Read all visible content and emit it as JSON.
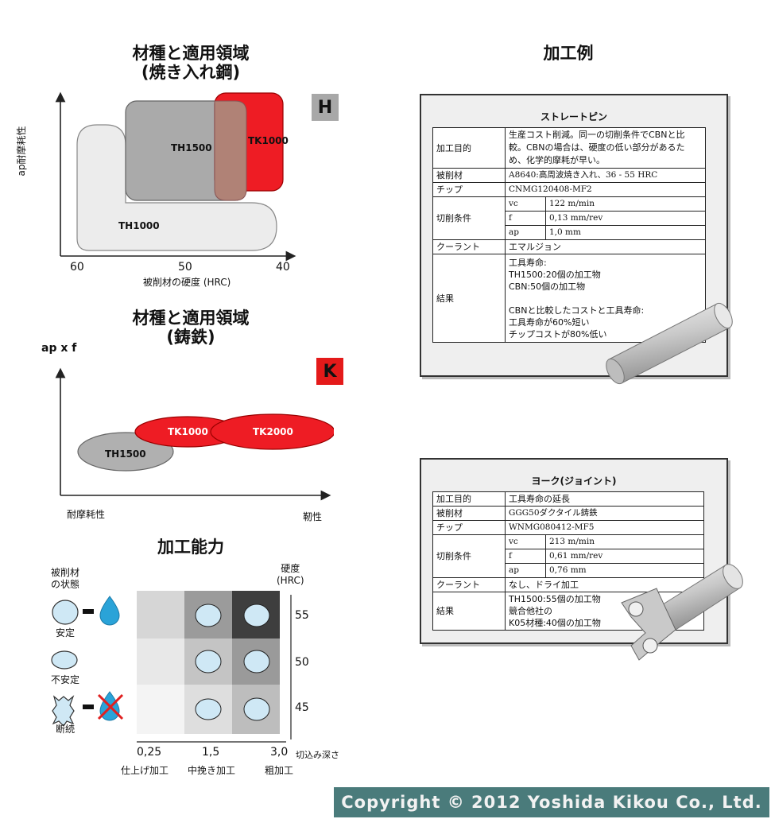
{
  "hardened": {
    "title_line1": "材種と適用領域",
    "title_line2": "(焼き入れ鋼)",
    "y_axis_label": "ap耐摩耗性",
    "x_axis_label": "被削材の硬度 (HRC)",
    "x_ticks": [
      "60",
      "50",
      "40"
    ],
    "badge": "H",
    "grades": [
      "TH1500",
      "TK1000",
      "TH1000"
    ]
  },
  "cast_iron": {
    "title_line1": "材種と適用領域",
    "title_line2": "(鋳鉄)",
    "y_axis_label": "ap x f",
    "x_left_label": "耐摩耗性",
    "x_right_label": "靭性",
    "badge": "K",
    "grades": [
      "TK1000",
      "TK2000",
      "TH1500"
    ]
  },
  "capability": {
    "title": "加工能力",
    "state_header_line1": "被削材",
    "state_header_line2": "の状態",
    "states": [
      "安定",
      "不安定",
      "断続"
    ],
    "hardness_header_line1": "硬度",
    "hardness_header_line2": "(HRC)",
    "hardness_values": [
      "55",
      "50",
      "45"
    ],
    "depth_values": [
      "0,25",
      "1,5",
      "3,0"
    ],
    "depth_header": "切込み深さ",
    "depth_labels": [
      "仕上げ加工",
      "中挽き加工",
      "粗加工"
    ]
  },
  "examples": {
    "title": "加工例",
    "straight_pin": {
      "title": "ストレートピン",
      "purpose_label": "加工目的",
      "purpose_lines": [
        "生産コスト削減。同一の切削条件でCBNと比",
        "較。CBNの場合は、硬度の低い部分があるた",
        "め、化学的摩耗が早い。"
      ],
      "material_label": "被削材",
      "material": "A8640:高周波焼き入れ、36 - 55 HRC",
      "chip_label": "チップ",
      "chip": "CNMG120408-MF2",
      "cond_label": "切削条件",
      "vc_sym": "vc",
      "vc": "122 m/min",
      "f_sym": "f",
      "f": "0,13 mm/rev",
      "ap_sym": "ap",
      "ap": "1,0 mm",
      "coolant_label": "クーラント",
      "coolant": "エマルジョン",
      "result_label": "結果",
      "result_lines": [
        "工具寿命:",
        "TH1500:20個の加工物",
        "CBN:50個の加工物",
        "",
        "CBNと比較したコストと工具寿命:",
        "工具寿命が60%短い",
        "チップコストが80%低い"
      ]
    },
    "yoke": {
      "title": "ヨーク(ジョイント)",
      "purpose_label": "加工目的",
      "purpose": "工具寿命の延長",
      "material_label": "被削材",
      "material": "GGG50ダクタイル鋳鉄",
      "chip_label": "チップ",
      "chip": "WNMG080412-MF5",
      "cond_label": "切削条件",
      "vc_sym": "vc",
      "vc": "213 m/min",
      "f_sym": "f",
      "f": "0,61 mm/rev",
      "ap_sym": "ap",
      "ap": "0,76 mm",
      "coolant_label": "クーラント",
      "coolant": "なし、ドライ加工",
      "result_label": "結果",
      "result_lines": [
        "TH1500:55個の加工物",
        "競合他社の",
        "K05材種:40個の加工物"
      ]
    }
  },
  "footer": {
    "copyright": "Copyright © 2012 Yoshida Kikou Co., Ltd."
  }
}
